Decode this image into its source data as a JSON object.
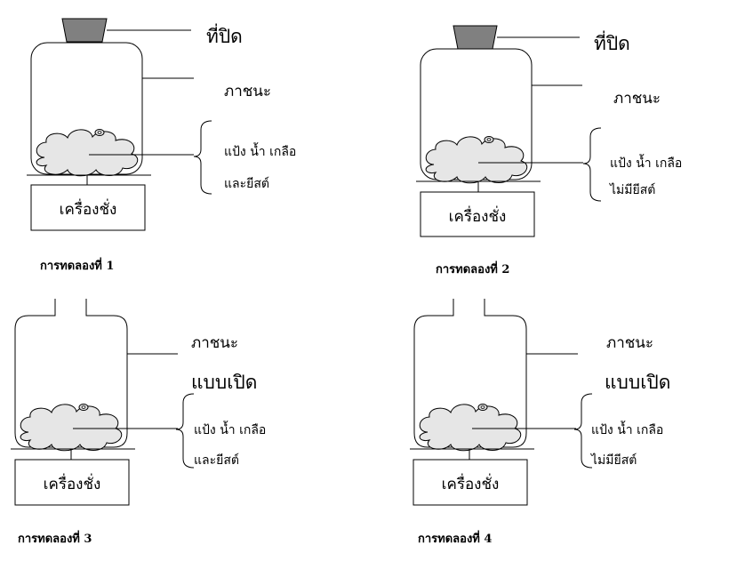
{
  "experiments": [
    {
      "title": "การทดลองที่ 1",
      "lid_label": "ที่ปิด",
      "container_label": "ภาชนะ",
      "open_label": "",
      "contents_line1": "แป้ง น้ำ เกลือ",
      "contents_line2": "และยีสต์",
      "scale_label": "เครื่องชั่ง"
    },
    {
      "title": "การทดลองที่ 2",
      "lid_label": "ที่ปิด",
      "container_label": "ภาชนะ",
      "open_label": "",
      "contents_line1": "แป้ง น้ำ เกลือ",
      "contents_line2": "ไม่มียีสต์",
      "scale_label": "เครื่องชั่ง"
    },
    {
      "title": "การทดลองที่ 3",
      "lid_label": "",
      "container_label": "ภาชนะ",
      "open_label": "แบบเปิด",
      "contents_line1": "แป้ง น้ำ เกลือ",
      "contents_line2": "และยีสต์",
      "scale_label": "เครื่องชั่ง"
    },
    {
      "title": "การทดลองที่ 4",
      "lid_label": "",
      "container_label": "ภาชนะ",
      "open_label": "แบบเปิด",
      "contents_line1": "แป้ง น้ำ เกลือ",
      "contents_line2": "ไม่มียีสต์",
      "scale_label": "เครื่องชั่ง"
    }
  ],
  "colors": {
    "lid": "#808080",
    "dough": "#e6e6e6",
    "stroke": "#000000"
  }
}
